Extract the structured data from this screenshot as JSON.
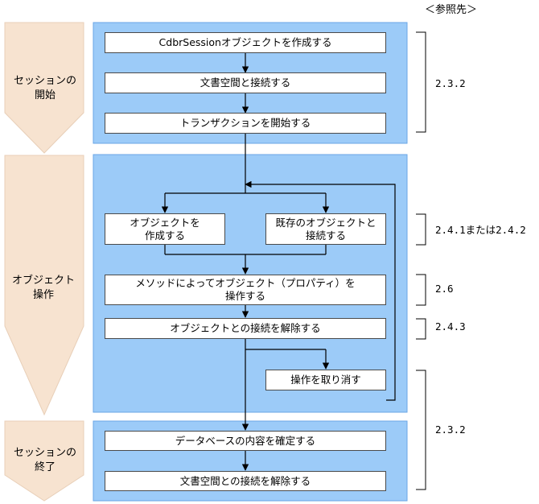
{
  "ref_header": "＜参照先＞",
  "phases": [
    {
      "label": "セッションの\n開始"
    },
    {
      "label": "オブジェクト\n操作"
    },
    {
      "label": "セッションの\n終了"
    }
  ],
  "steps": {
    "create_session": "CdbrSessionオブジェクトを作成する",
    "connect_space": "文書空間と接続する",
    "start_tx": "トランザクションを開始する",
    "create_obj": "オブジェクトを\n作成する",
    "connect_existing": "既存のオブジェクトと\n接続する",
    "operate_props": "メソッドによってオブジェクト（プロパティ）を\n操作する",
    "release_obj": "オブジェクトとの接続を解除する",
    "cancel_op": "操作を取り消す",
    "commit": "データベースの内容を確定する",
    "release_space": "文書空間との接続を解除する"
  },
  "refs": {
    "session_start": "2.3.2",
    "create_connect": "2.4.1または2.4.2",
    "operate": "2.6",
    "release": "2.4.3",
    "end": "2.3.2"
  },
  "colors": {
    "phase_fill": "#f7e3d0",
    "panel_fill": "#9ccbf8",
    "panel_border": "#6aa6e6",
    "box_border": "#4a4a4a"
  }
}
